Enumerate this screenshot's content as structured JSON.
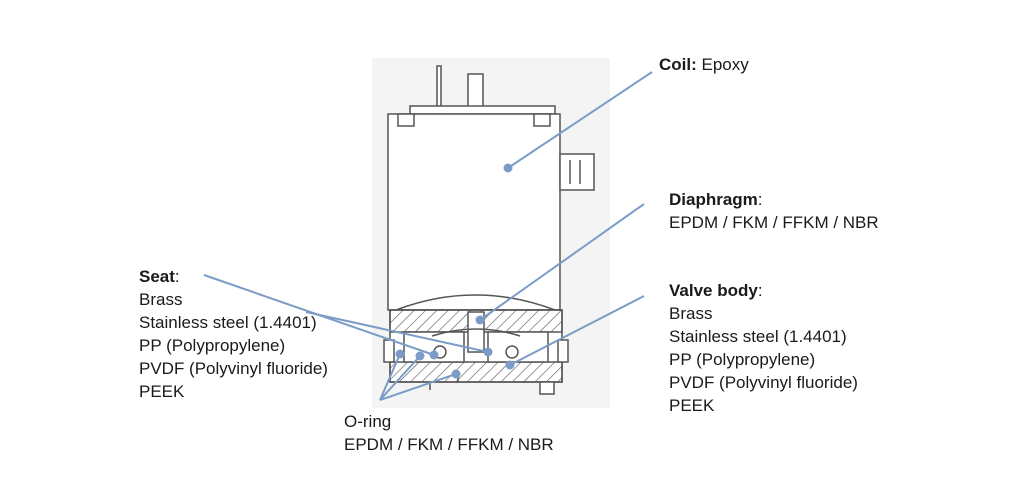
{
  "colors": {
    "leader": "#7a9cc6",
    "outline": "#555555",
    "hatch": "#555555",
    "background_panel": "#f4f4f4"
  },
  "labels": {
    "coil": {
      "title": "Coil:",
      "text": " Epoxy"
    },
    "diaphragm": {
      "title": "Diaphragm",
      "suffix": ":",
      "lines": [
        "EPDM / FKM / FFKM / NBR"
      ]
    },
    "seat": {
      "title": "Seat",
      "suffix": ":",
      "lines": [
        "Brass",
        "Stainless steel (1.4401)",
        "PP (Polypropylene)",
        "PVDF (Polyvinyl fluoride)",
        "PEEK"
      ]
    },
    "valve_body": {
      "title": "Valve body",
      "suffix": ":",
      "lines": [
        "Brass",
        "Stainless steel (1.4401)",
        "PP (Polypropylene)",
        "PVDF (Polyvinyl fluoride)",
        "PEEK"
      ]
    },
    "oring": {
      "title": "O-ring",
      "lines": [
        "EPDM / FKM / FFKM / NBR"
      ]
    }
  }
}
